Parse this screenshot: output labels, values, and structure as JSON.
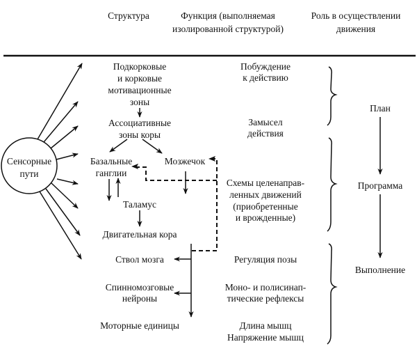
{
  "header": {
    "structure": "Структура",
    "function": [
      "Функция (выполняемая",
      "изолированной структурой)"
    ],
    "role": [
      "Роль в осуществлении",
      "движения"
    ]
  },
  "sensory": [
    "Сенсорные",
    "пути"
  ],
  "structures": {
    "motivation": [
      "Подкорковые",
      "и корковые",
      "мотивационные",
      "зоны"
    ],
    "association": [
      "Ассоциативные",
      "зоны коры"
    ],
    "basal": [
      "Базальные",
      "ганглии"
    ],
    "cerebellum": "Мозжечок",
    "thalamus": "Таламус",
    "motor_cortex": "Двигательная кора",
    "brainstem": "Ствол мозга",
    "spinal": [
      "Спинномозговые",
      "нейроны"
    ],
    "motor_units": "Моторные единицы"
  },
  "functions": {
    "urge": [
      "Побуждение",
      "к действию"
    ],
    "idea": [
      "Замысел",
      "действия"
    ],
    "schemes": [
      "Схемы целенаправ-",
      "ленных движений",
      "(приобретенные",
      "и врожденные)"
    ],
    "posture": "Регуляция позы",
    "reflexes": [
      "Моно- и полисинап-",
      "тические рефлексы"
    ],
    "muscle": [
      "Длина мышц",
      "Напряжение мышц"
    ]
  },
  "roles": {
    "plan": "План",
    "program": "Программа",
    "execution": "Выполнение"
  },
  "colors": {
    "ink": "#111111",
    "background": "#ffffff"
  }
}
